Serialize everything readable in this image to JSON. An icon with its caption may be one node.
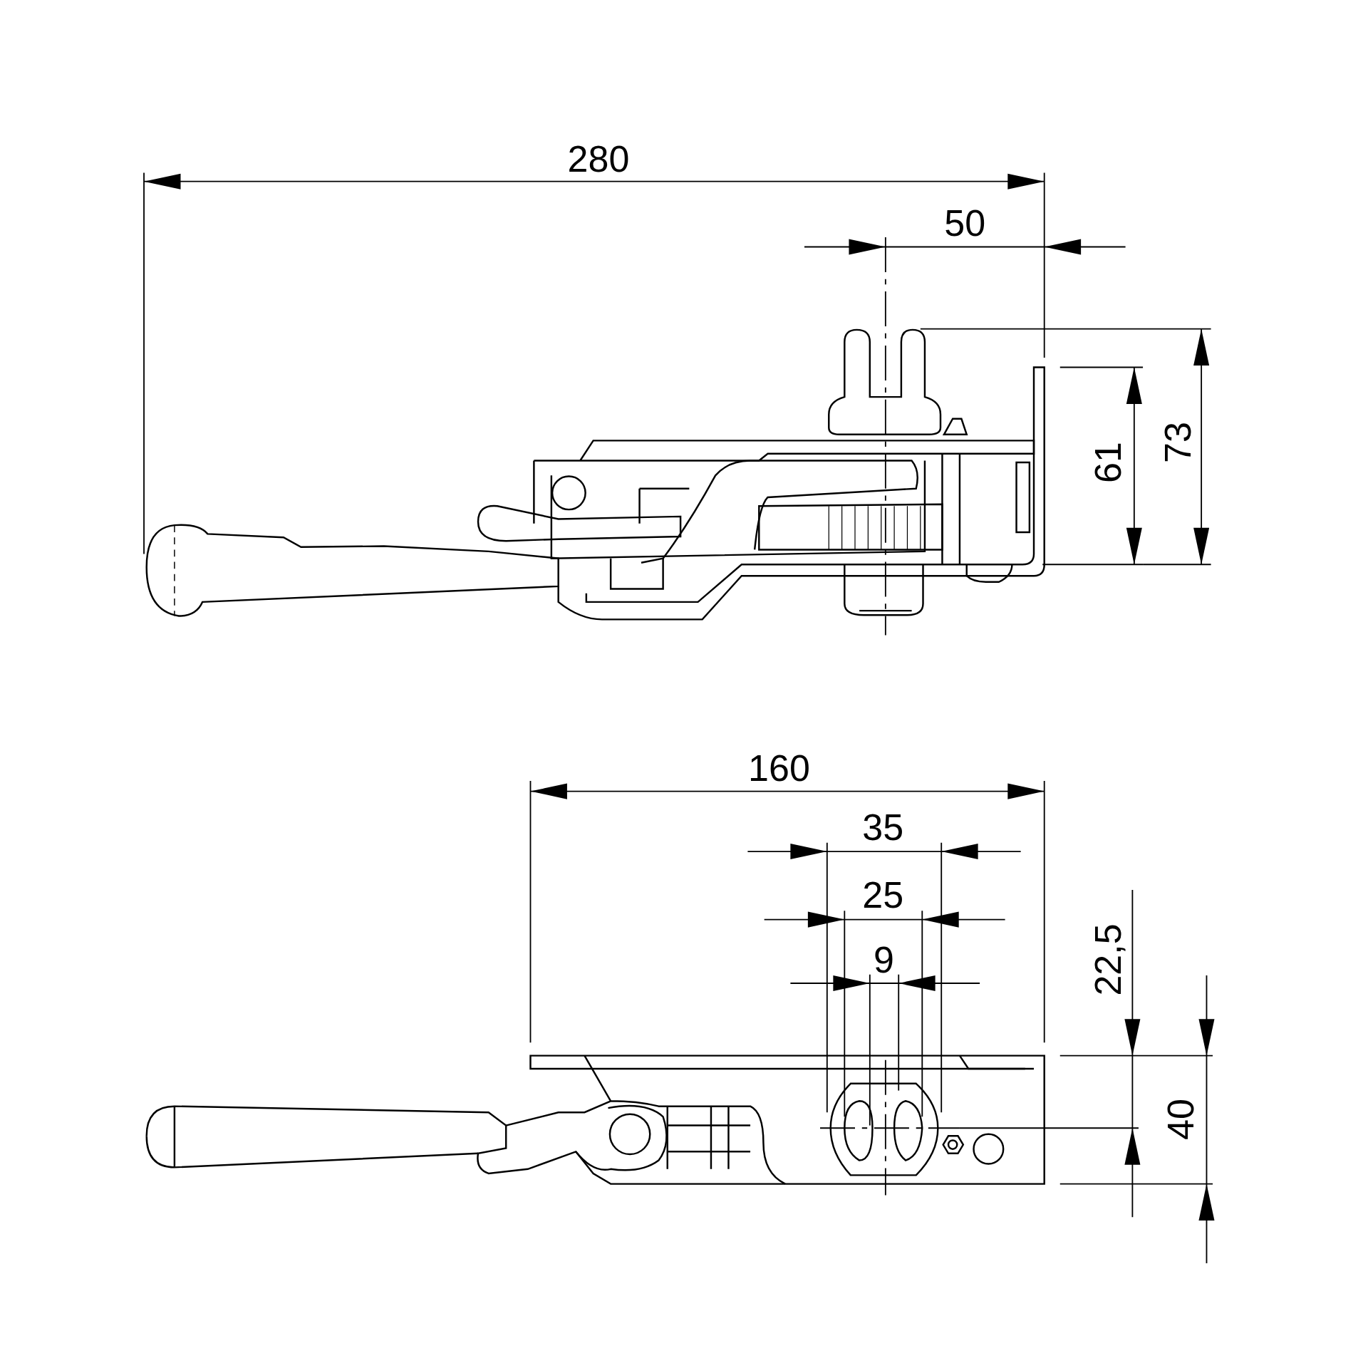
{
  "diagram": {
    "labels": [
      "280",
      "50",
      "61",
      "73",
      "160",
      "35",
      "25",
      "9",
      "22,5",
      "40"
    ]
  }
}
